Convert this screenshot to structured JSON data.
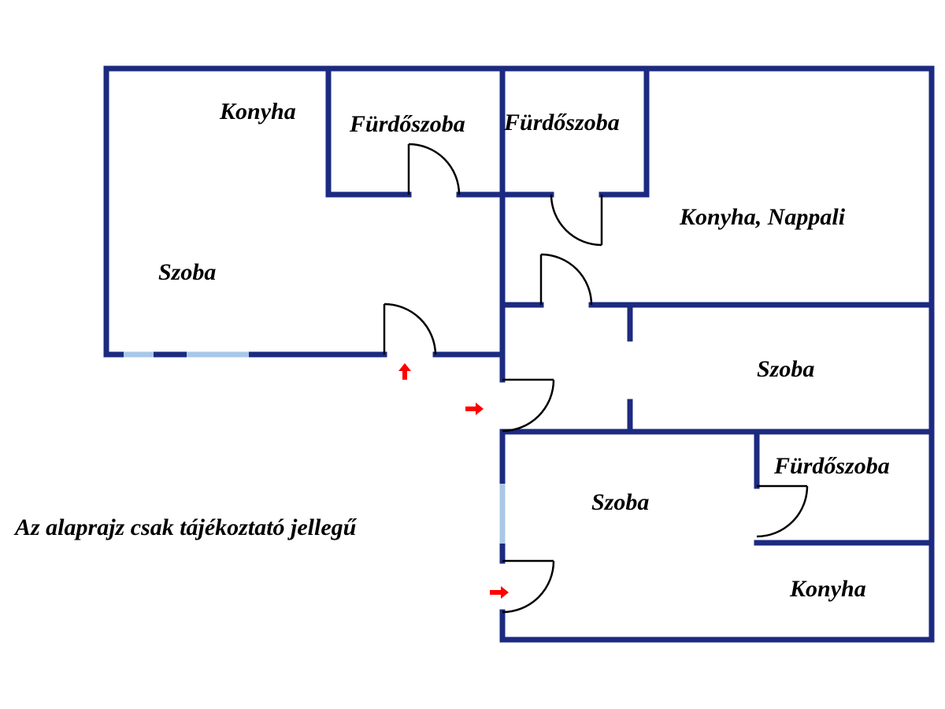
{
  "colors": {
    "wall": "#1c2a80",
    "window": "#a8c8e8",
    "door": "#000000",
    "entrance_arrow": "#ff0000",
    "background": "#ffffff"
  },
  "rooms": {
    "konyha_1": "Konyha",
    "furdoszoba_1": "Fürdőszoba",
    "furdoszoba_2": "Fürdőszoba",
    "szoba_1": "Szoba",
    "konyha_nappali": "Konyha, Nappali",
    "szoba_2": "Szoba",
    "szoba_3": "Szoba",
    "furdoszoba_3": "Fürdőszoba",
    "konyha_2": "Konyha"
  },
  "note": "Az alaprajz csak tájékoztató jellegű"
}
